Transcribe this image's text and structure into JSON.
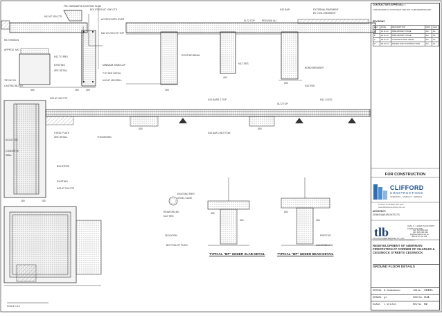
{
  "details": {
    "section_a": {
      "labels": [
        "FRL NOMINATED EXISTING SLAB",
        "BOLSTERS AT 1000 CTS",
        "N12 AT 300 CTS",
        "ACCENTUATE OVER",
        "N12 AT 200 CTS TOP",
        "RE-TENSION",
        "APPROX. N/G",
        "MINIMUM 20MM LAP",
        "TIE N12 IN",
        "CASTING BLOCK",
        "TYP SEE DETAIL",
        "N12 AT 450 DRILL",
        "N12 TO PBO",
        "EXISTING",
        "SEE DETAIL"
      ],
      "dims": [
        "300",
        "150",
        "400"
      ]
    },
    "section_b": {
      "labels": [
        "SL72 TOP",
        "N12 BAR",
        "EXISTING BEAM",
        "EXTERNAL PAVEMENT",
        "BY CIVIL ENGINEER",
        "PROVIDE ALL",
        "N12 TIES",
        "BOND BREAKER",
        "N12 ROD"
      ],
      "dims": [
        "300",
        "400",
        "200"
      ]
    },
    "section_c": {
      "labels": [
        "N12 AT 400 CTS",
        "N12 BARS 2 TOP",
        "N12 BAR 2 BOTTOM",
        "N12 COGS",
        "SL72 TOP",
        "STEEL PLATE",
        "SEE DETAIL",
        "THICKENING",
        "N12 AT 300",
        "CONCRETE",
        "WALL",
        "BOLSTERS",
        "EXISTING",
        "N12 AT 200 CTS"
      ],
      "dims": [
        "150",
        "300",
        "500",
        "150"
      ]
    },
    "bored_piers": {
      "labels": [
        "EXISTING PIER",
        "STEEL CAGE",
        "REINFORCED",
        "N12 TIES",
        "ISOLATION",
        "PIER TOP",
        "BOTTOM OF PILES",
        "CLEAR BELOW"
      ],
      "dims": [
        "450",
        "600",
        "300",
        "450"
      ]
    },
    "typical_bp_slab": "TYPICAL \"BP\" UNDER SLAB DETAIL",
    "typical_bp_beam": "TYPICAL \"BP\" UNDER BEAM DETAIL",
    "scale_note": "SCALE 1:10"
  },
  "title_block": {
    "header": "CONTRACTOR'S APPROVAL: □",
    "notes": "THIS DRAWING IS COPYRIGHT AND NOT TO BE REPRODUCED",
    "rev_heading": "REVISIONS",
    "rev_columns": [
      "REV",
      "DATE",
      "DESCRIPTION",
      "DRN",
      "CHK"
    ],
    "revisions": [
      [
        "A",
        "14.11.14",
        "PRELIMINARY ISSUE",
        "AG",
        "GL"
      ],
      [
        "B",
        "20.11.14",
        "PRELIMINARY ISSUE",
        "AG",
        "GL"
      ],
      [
        "C",
        "28.11.14",
        "CONSTRUCTION ISSUE",
        "AG",
        "GL"
      ],
      [
        "D",
        "02.12.14",
        "ISSUED FOR CONSTRUCTION",
        "AG",
        "GL"
      ]
    ],
    "for_construction": "FOR CONSTRUCTION",
    "clifford": {
      "name": "CLIFFORD",
      "sub": "CONSTRUCTIONS",
      "tagline": "STRENGTH · STABILITY · SERVICE",
      "address": "PO BOX 20 SPRING HILL QLD",
      "contact": "www.cliffordconstructions.com.au"
    },
    "architect": "ARCHITECT:",
    "architect_name": "GRIMSHAW ARCHITECTS",
    "tlb": {
      "logo": "tlb",
      "firm": "TAYLOR LAUDER BERSTEN PTY LTD",
      "firm_sub": "CONSULTING STRUCTURAL CIVIL & FACADE ENGINEERS",
      "address": "LEVEL 5 · 1 JAMES PLACE NORTH SYDNEY NSW 2060",
      "tel": "TEL: (02) 9460 0400",
      "fax": "FAX: (02) 9460 0401",
      "email": "tlb@tlbengineers.com.au",
      "abn": "ABN 80 079 317 866"
    },
    "project": "REDEVELOPMENT OF ABERMAIN FIRESTATION AT CORNER OF CHARLES & CESSNOCK STREETS CESSNOCK",
    "drawing_title": "GROUND FLOOR DETAILS",
    "designed_label": "DESIGN:",
    "designed": "B. Christodoulou",
    "drawn_label": "DRAWN:",
    "drawn": "g.L",
    "checked_label": "SCALE:",
    "checked": "1 : 10 U.N.O",
    "job_label": "JOB No.",
    "job": "16101",
    "dwg_label": "DWG No.",
    "dwg": "S11",
    "rev_label": "REV No.",
    "rev": "02"
  }
}
